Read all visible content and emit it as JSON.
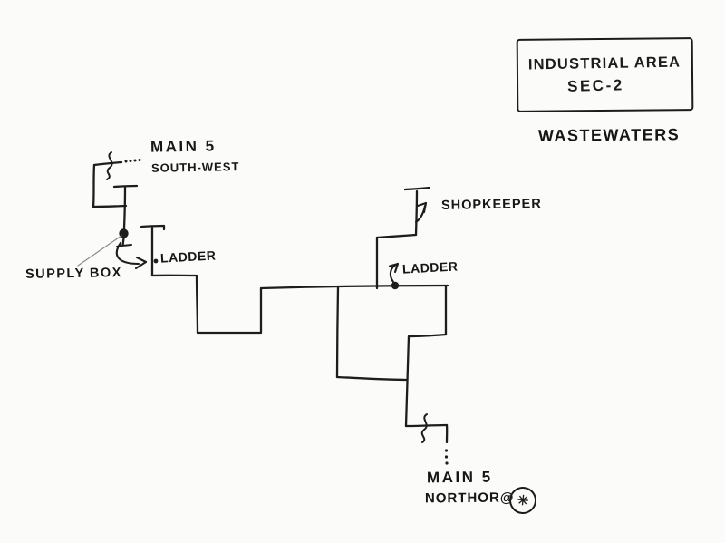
{
  "title_box": {
    "line1": "INDUSTRIAL AREA",
    "line2": "SEC-2"
  },
  "subtitle": "WASTEWATERS",
  "labels": {
    "main5_southwest_line1": "MAIN 5",
    "main5_southwest_line2": "SOUTH-WEST",
    "supply_box": "SUPPLY BOX",
    "ladder_left": "LADDER",
    "ladder_right": "LADDER",
    "shopkeeper": "SHOPKEEPER",
    "main5_north_line1": "MAIN 5",
    "main5_north_line2": "NORTHOR@",
    "north_symbol": "✳"
  },
  "colors": {
    "ink": "#1c1c1c",
    "pointer_line": "#8d8d8d",
    "paper": "#fbfbf9"
  }
}
